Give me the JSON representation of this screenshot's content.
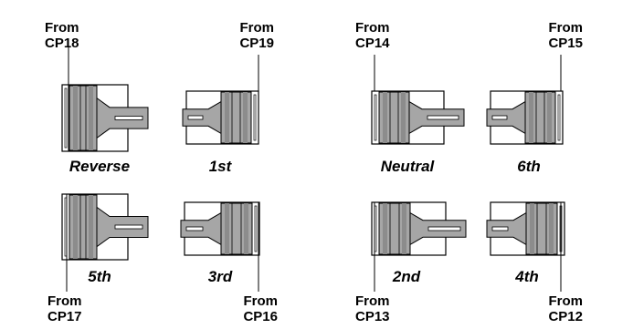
{
  "colors": {
    "outline": "#000000",
    "body": "#a6a6a6",
    "body_dark": "#8c8c8c",
    "background": "#ffffff"
  },
  "icons": {
    "valve": "spool-valve-icon"
  },
  "valves": [
    {
      "id": "reverse",
      "gear": "Reverse",
      "source": {
        "from": "From",
        "port": "CP18"
      },
      "spool_side": "left"
    },
    {
      "id": "first",
      "gear": "1st",
      "source": {
        "from": "From",
        "port": "CP19"
      },
      "spool_side": "right"
    },
    {
      "id": "neutral",
      "gear": "Neutral",
      "source": {
        "from": "From",
        "port": "CP14"
      },
      "spool_side": "left"
    },
    {
      "id": "sixth",
      "gear": "6th",
      "source": {
        "from": "From",
        "port": "CP15"
      },
      "spool_side": "right"
    },
    {
      "id": "fifth",
      "gear": "5th",
      "source": {
        "from": "From",
        "port": "CP17"
      },
      "spool_side": "left"
    },
    {
      "id": "third",
      "gear": "3rd",
      "source": {
        "from": "From",
        "port": "CP16"
      },
      "spool_side": "right"
    },
    {
      "id": "second",
      "gear": "2nd",
      "source": {
        "from": "From",
        "port": "CP13"
      },
      "spool_side": "left"
    },
    {
      "id": "fourth",
      "gear": "4th",
      "source": {
        "from": "From",
        "port": "CP12"
      },
      "spool_side": "right"
    }
  ]
}
